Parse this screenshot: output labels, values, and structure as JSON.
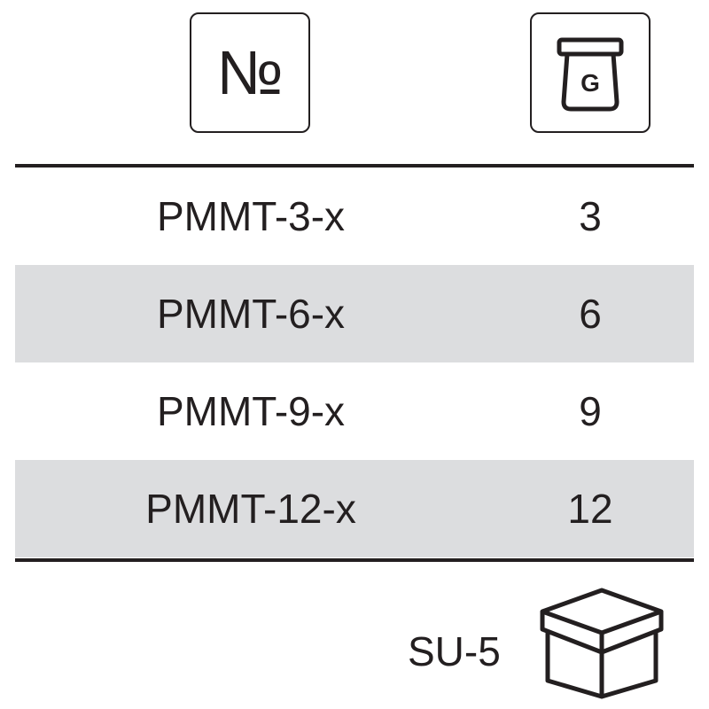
{
  "header": {
    "number_icon": "numero-sign-icon",
    "number_glyph": "№",
    "weight_icon": "weight-icon",
    "weight_letter": "G"
  },
  "table": {
    "rows": [
      {
        "model": "PMMT-3-x",
        "weight": "3",
        "shaded": false
      },
      {
        "model": "PMMT-6-x",
        "weight": "6",
        "shaded": true
      },
      {
        "model": "PMMT-9-x",
        "weight": "9",
        "shaded": false
      },
      {
        "model": "PMMT-12-x",
        "weight": "12",
        "shaded": true
      }
    ]
  },
  "footer": {
    "package_label": "SU-5",
    "package_icon": "box-icon"
  },
  "colors": {
    "text": "#231f20",
    "row_shade": "#dcdddf",
    "background": "#ffffff"
  }
}
